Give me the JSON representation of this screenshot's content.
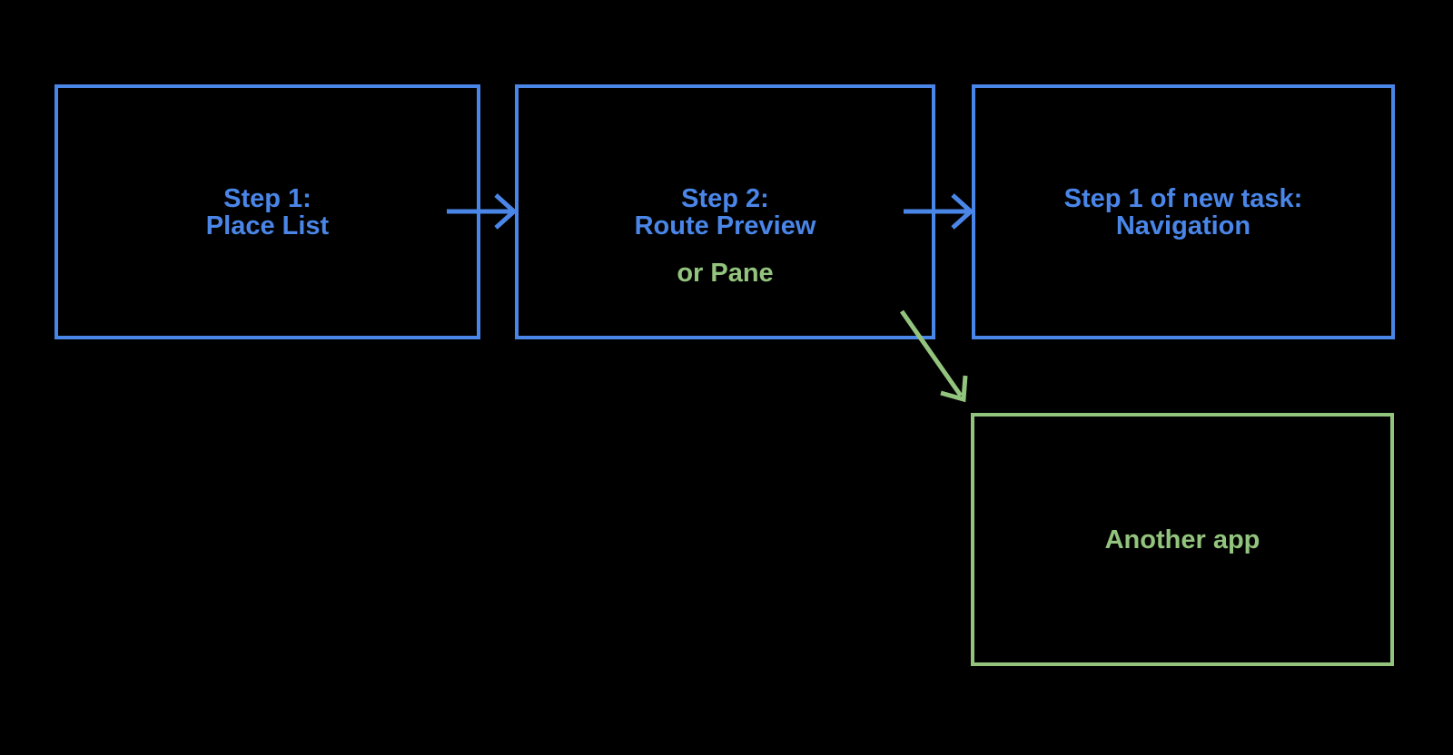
{
  "diagram": {
    "background": "#000000",
    "colors": {
      "blue": "#4a86e8",
      "green": "#93c47d"
    },
    "boxes": [
      {
        "name": "step1",
        "color": "blue",
        "lines": [
          "Step 1:",
          "Place List"
        ]
      },
      {
        "name": "step2",
        "color": "blue",
        "lines": [
          "Step 2:",
          "Route Preview"
        ],
        "sub_label": "or Pane"
      },
      {
        "name": "step3",
        "color": "blue",
        "lines": [
          "Step 1 of new task:",
          "Navigation"
        ]
      },
      {
        "name": "another_app",
        "color": "green",
        "lines": [
          "Another app"
        ]
      }
    ],
    "arrows": [
      {
        "name": "step1-to-step2",
        "color": "blue",
        "from": "Step 1: Place List",
        "to": "Step 2: Route Preview"
      },
      {
        "name": "step2-to-step3",
        "color": "blue",
        "from": "Step 2: Route Preview",
        "to": "Step 1 of new task: Navigation"
      },
      {
        "name": "step2-to-another-app",
        "color": "green",
        "from": "Step 2: Route Preview",
        "to": "Another app"
      }
    ]
  }
}
